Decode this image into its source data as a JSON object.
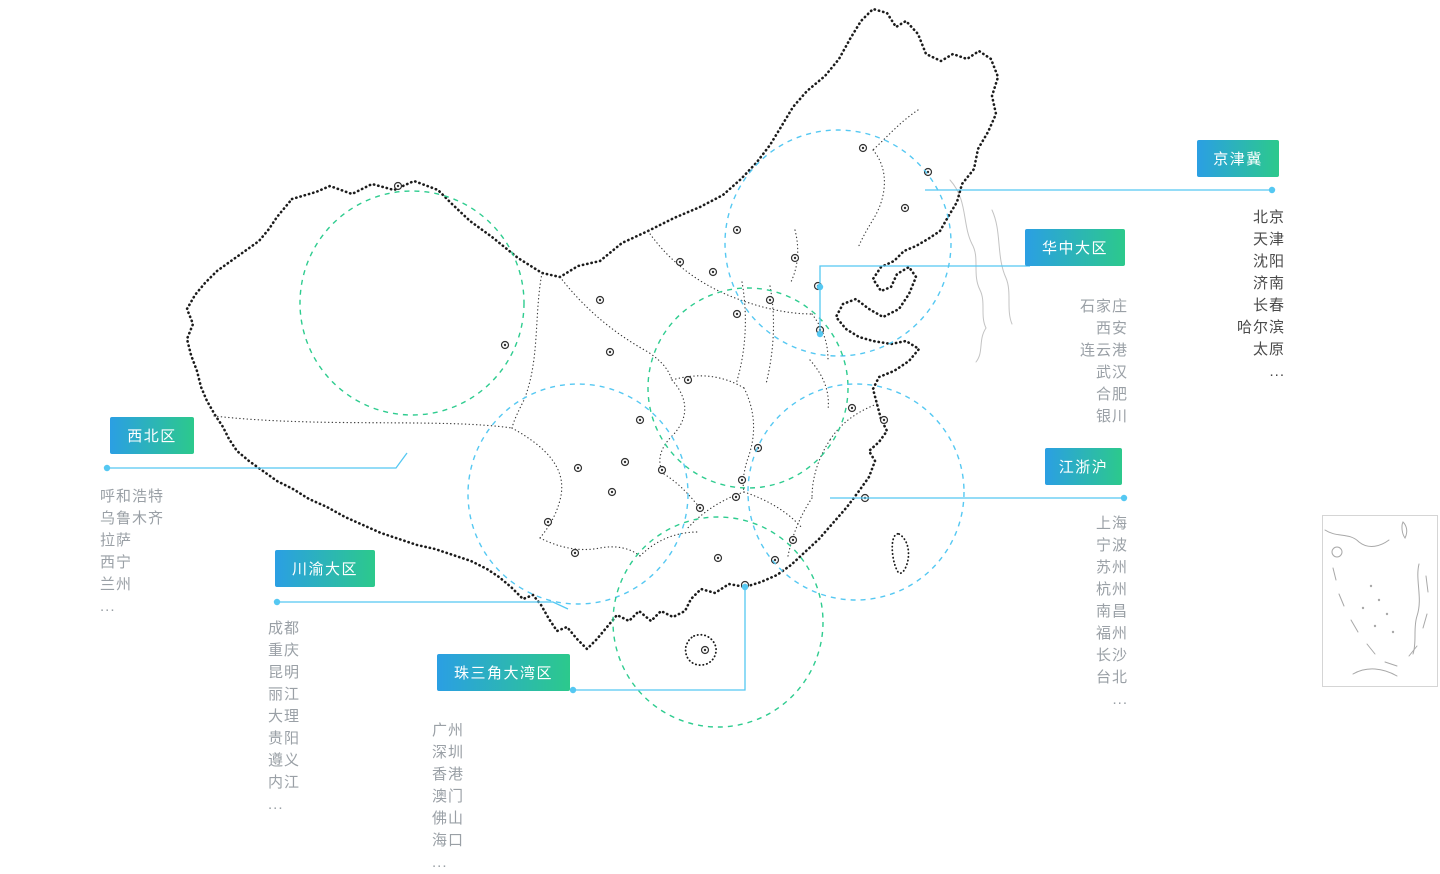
{
  "colors": {
    "label_gradient_start": "#2b9fe3",
    "label_gradient_end": "#2cc98c",
    "circle_green": "#2ecc8f",
    "circle_blue": "#55c8f2",
    "connector_blue": "#55c8f2",
    "map_stroke": "#1c1c1c",
    "list_gray": "#9aa0a6",
    "list_dark": "#4a4a4a"
  },
  "regions": [
    {
      "id": "jingjinji",
      "label": "京津冀",
      "cities": [
        "北京",
        "天津",
        "沈阳",
        "济南",
        "长春",
        "哈尔滨",
        "太原"
      ],
      "more": "..."
    },
    {
      "id": "huazhong",
      "label": "华中大区",
      "cities": [
        "石家庄",
        "西安",
        "连云港",
        "武汉",
        "合肥",
        "银川"
      ],
      "more": ""
    },
    {
      "id": "xibei",
      "label": "西北区",
      "cities": [
        "呼和浩特",
        "乌鲁木齐",
        "拉萨",
        "西宁",
        "兰州"
      ],
      "more": "..."
    },
    {
      "id": "jiangzhehu",
      "label": "江浙沪",
      "cities": [
        "上海",
        "宁波",
        "苏州",
        "杭州",
        "南昌",
        "福州",
        "长沙",
        "台北"
      ],
      "more": "..."
    },
    {
      "id": "chuanyu",
      "label": "川渝大区",
      "cities": [
        "成都",
        "重庆",
        "昆明",
        "丽江",
        "大理",
        "贵阳",
        "遵义",
        "内江"
      ],
      "more": "..."
    },
    {
      "id": "zhusanjiao",
      "label": "珠三角大湾区",
      "cities": [
        "广州",
        "深圳",
        "香港",
        "澳门",
        "佛山",
        "海口"
      ],
      "more": "..."
    }
  ]
}
